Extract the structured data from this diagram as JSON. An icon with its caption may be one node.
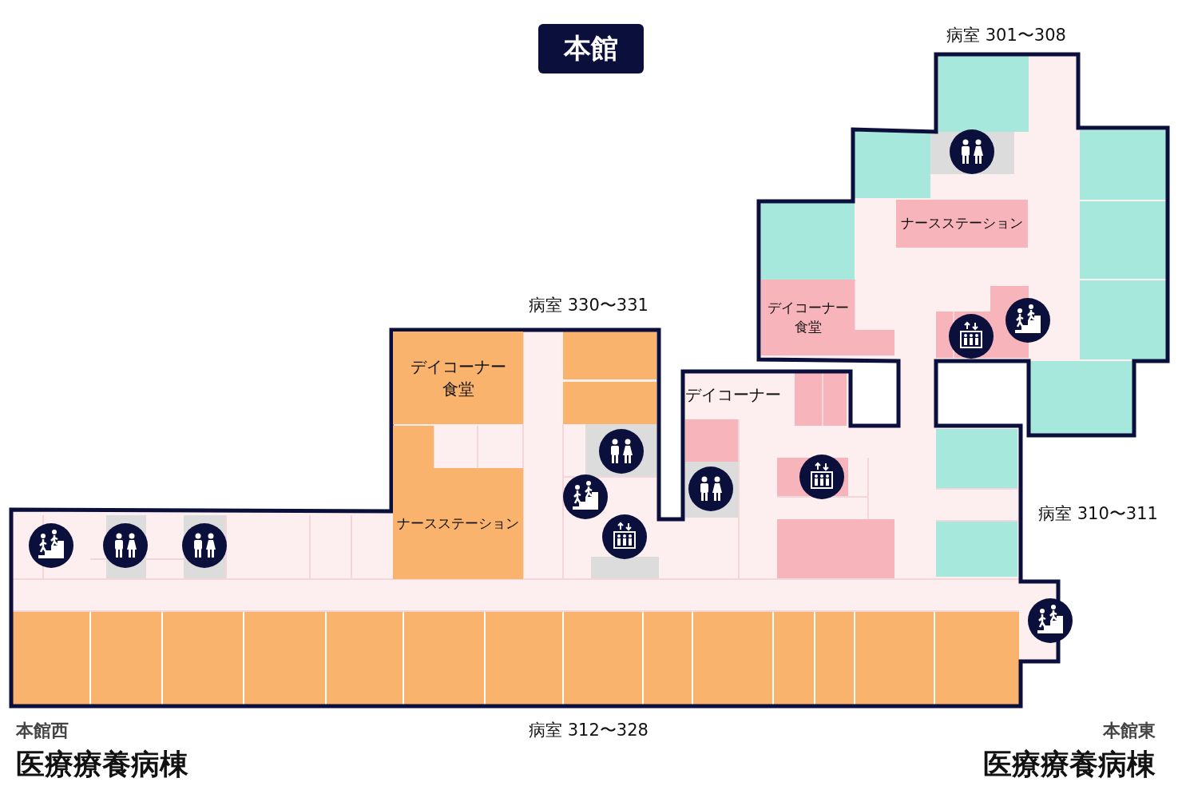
{
  "diagram": {
    "title": "本館",
    "nodes": [
      {
        "text": [
          "ナースステーション"
        ]
      },
      {
        "text": [
          "デイコーナー食堂"
        ]
      },
      {
        "text": [
          "デイコーナー食堂"
        ]
      },
      {
        "text": [
          "ナースステーション"
        ]
      }
    ],
    "labels": [
      "病室 301〜308",
      "病室 330〜331",
      "デイコーナー",
      "病室 310〜311",
      "本館西",
      "病室 312〜328",
      "本館東",
      "医療療養病棟",
      "医療療養病棟"
    ]
  }
}
